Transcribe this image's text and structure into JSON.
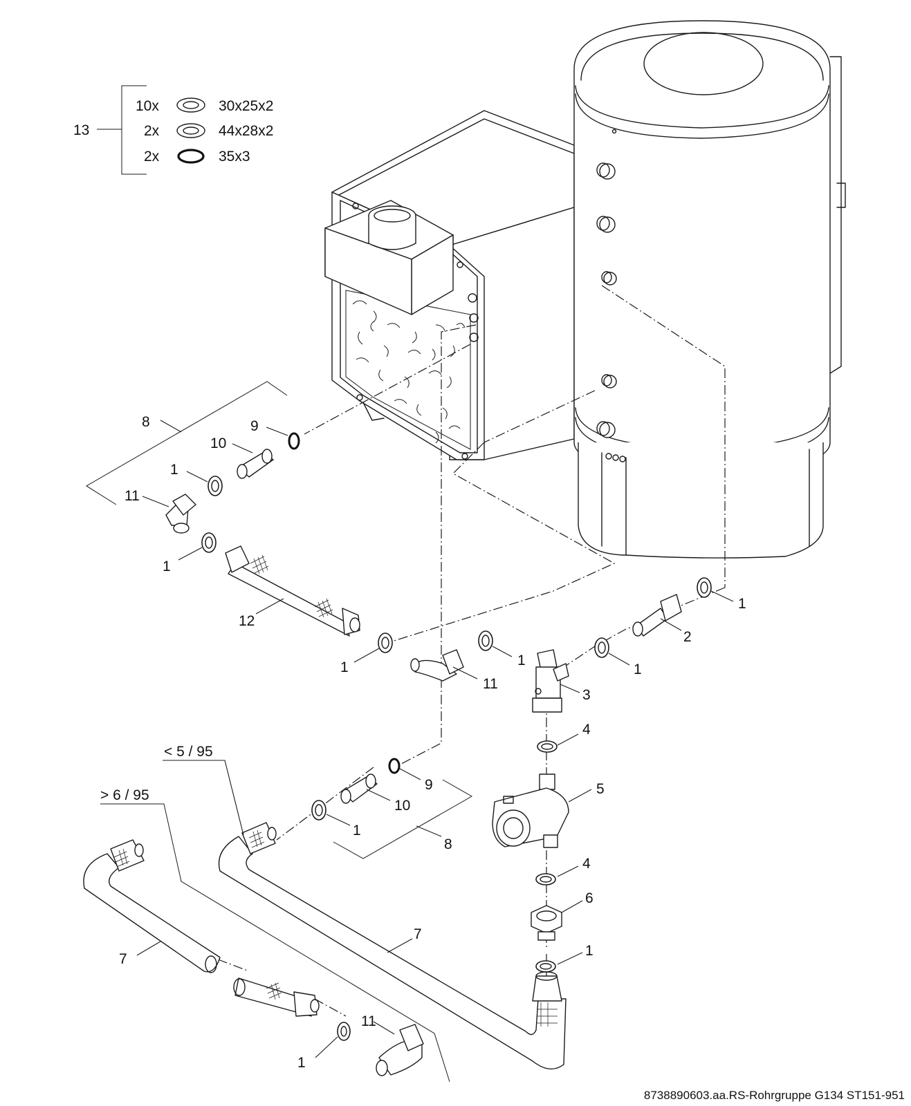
{
  "legend": {
    "number": "13",
    "rows": [
      {
        "qty": "10x",
        "size": "30x25x2",
        "icon": "flat-washer-icon"
      },
      {
        "qty": "2x",
        "size": "44x28x2",
        "icon": "flat-washer-icon"
      },
      {
        "qty": "2x",
        "size": "35x3",
        "icon": "o-ring-icon"
      }
    ]
  },
  "labels": {
    "p1": "1",
    "p2": "2",
    "p3": "3",
    "p4": "4",
    "p5": "5",
    "p6": "6",
    "p7": "7",
    "p8": "8",
    "p9": "9",
    "p10": "10",
    "p11": "11",
    "p12": "12"
  },
  "hose_codes": {
    "upper": "< 5 / 95",
    "lower": "> 6 / 95"
  },
  "caption": "8738890603.aa.RS-Rohrgruppe G134 ST151-951"
}
